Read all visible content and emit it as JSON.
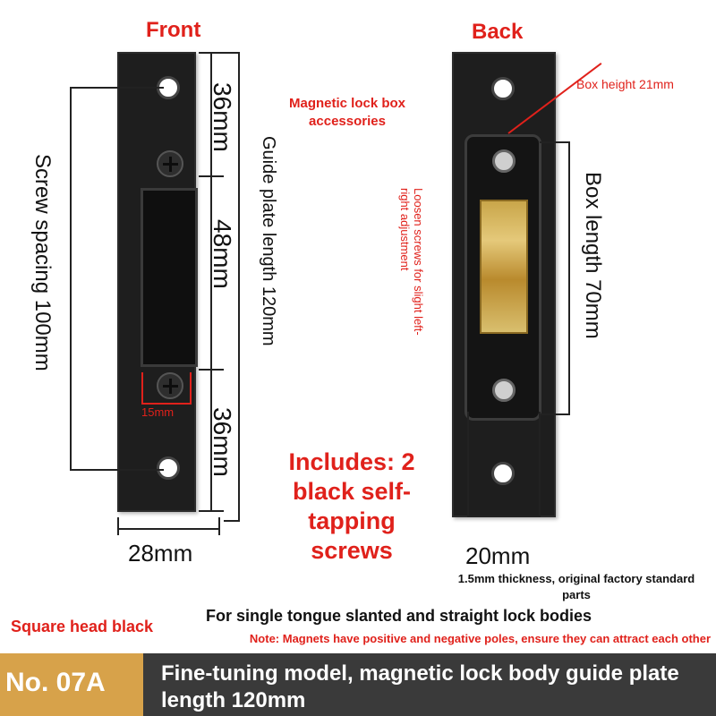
{
  "labels": {
    "front": "Front",
    "back": "Back",
    "screw_spacing": "Screw spacing 100mm",
    "dim_36_top": "36mm",
    "dim_48": "48mm",
    "dim_36_bottom": "36mm",
    "guide_plate_length": "Guide plate length 120mm",
    "dim_15": "15mm",
    "width_28": "28mm",
    "magnetic_box_accessories": "Magnetic lock box accessories",
    "box_height": "Box height 21mm",
    "loosen_screws": "Loosen screws for slight left-right adjustment",
    "box_length": "Box length 70mm",
    "width_20": "20mm",
    "thickness": "1.5mm thickness, original factory standard parts",
    "includes": "Includes: 2 black self-tapping screws",
    "square_head": "Square head black",
    "single_tongue": "For single tongue slanted and straight lock bodies",
    "note": "Note: Magnets have positive and negative poles, ensure they can attract each other",
    "model_no": "No. 07A",
    "model_desc": "Fine-tuning model, magnetic lock body guide plate length 120mm"
  },
  "colors": {
    "red": "#e0211b",
    "plate": "#1e1e1e",
    "badge": "#d7a24a",
    "footer": "#3a3a3a"
  }
}
